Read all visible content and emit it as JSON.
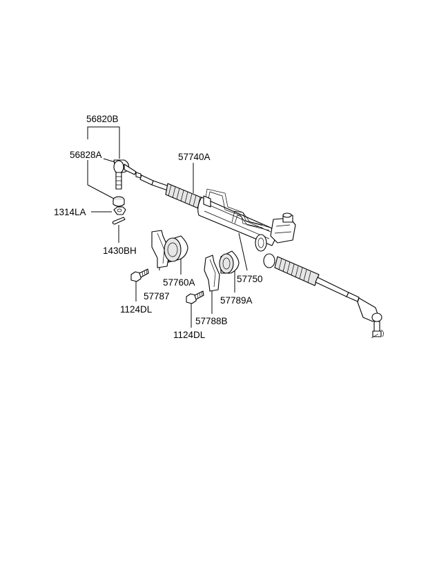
{
  "labels": {
    "tie_rod_end_assy": "56820B",
    "tie_rod_end": "56828A",
    "nut": "1314LA",
    "cotter_pin": "1430BH",
    "gear_box_assy": "57740A",
    "bushing_left": "57760A",
    "clamp_left": "57787",
    "bolt_left": "1124DL",
    "mounting_rubber": "57750",
    "bushing_right": "57789A",
    "clamp_right": "57788B",
    "bolt_right": "1124DL"
  }
}
